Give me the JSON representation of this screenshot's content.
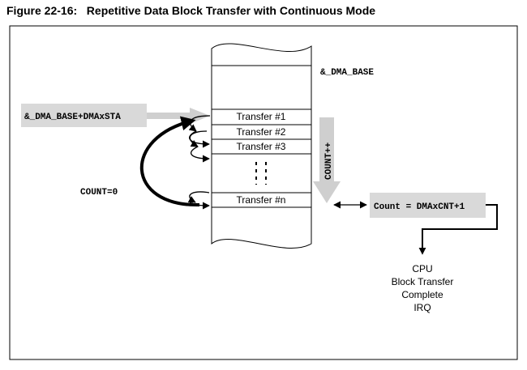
{
  "figure": {
    "title": "Figure 22-16:   Repetitive Data Block Transfer with Continuous Mode"
  },
  "memory": {
    "base_label": "&_DMA_BASE",
    "start_label": "&_DMA_BASE+DMAxSTA",
    "transfers": [
      "Transfer #1",
      "Transfer #2",
      "Transfer #3",
      "Transfer #n"
    ],
    "ellipsis": ": : :"
  },
  "labels": {
    "count_zero": "COUNT=0",
    "count_increment": "COUNT++",
    "count_formula": "Count = DMAxCNT+1"
  },
  "irq": {
    "lines": [
      "CPU",
      "Block Transfer",
      "Complete",
      "IRQ"
    ]
  },
  "colors": {
    "label_box_fill": "#d9d9d9",
    "arrow_fill": "#cfcfcf",
    "line": "#000000"
  }
}
